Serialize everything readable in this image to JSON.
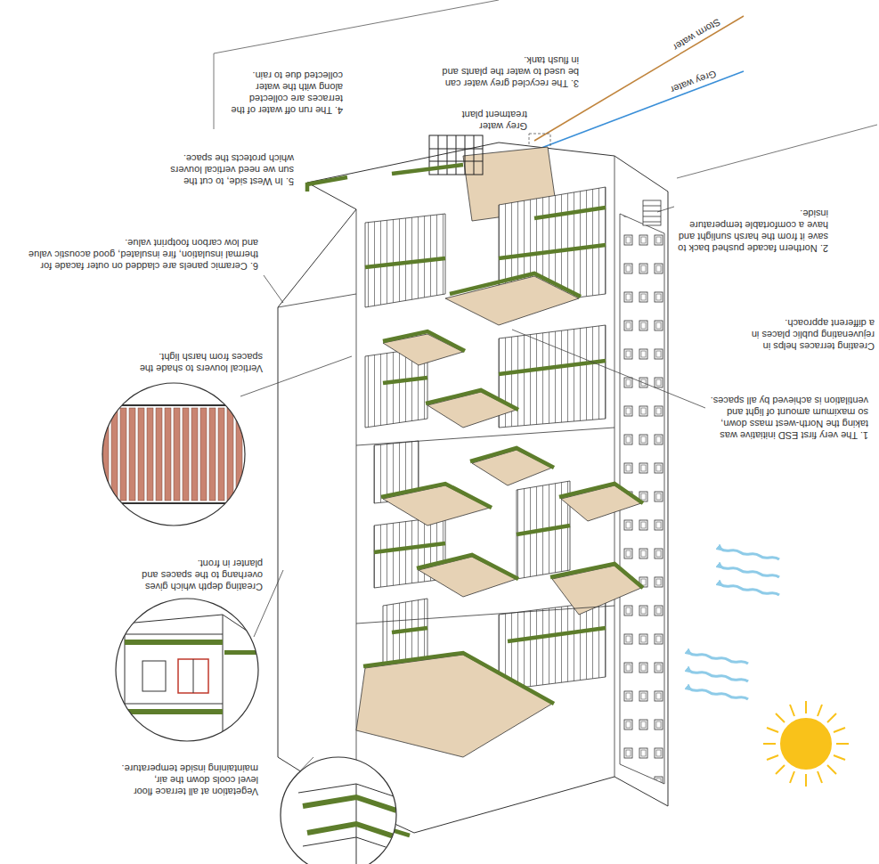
{
  "diagram": {
    "labels": [
      "1. The very first ESD initiative was taking the North-west mass down, so maximum amount of light and ventilation is achieved by all spaces.",
      "Creating terraces helps in rejuvenating public places in a different approach.",
      "2. Northern facade pushed back to save it from the harsh sunlight and have a comfortable temperature inside.",
      "3. The recycled grey water can be used to water the plants and in flush tank.",
      "4. The run off water of the terraces are collected along with the water collected due to rain.",
      "Storm water",
      "Grey water",
      "Grey water treatment plant",
      "5. In West side, to cut the sun we need vertical louvers which protects the space.",
      "6. Ceramic panels are cladded on outer facade for thermal insulation, fire insulated, good acoustic value and low carbon footprint value.",
      "Vertical louvers to shade the spaces from harsh light.",
      "Creating depth which gives overhang to the spaces and planter in front.",
      "Vegetation at all terrace floor level cools down the air, maintaining inside temperature."
    ]
  }
}
